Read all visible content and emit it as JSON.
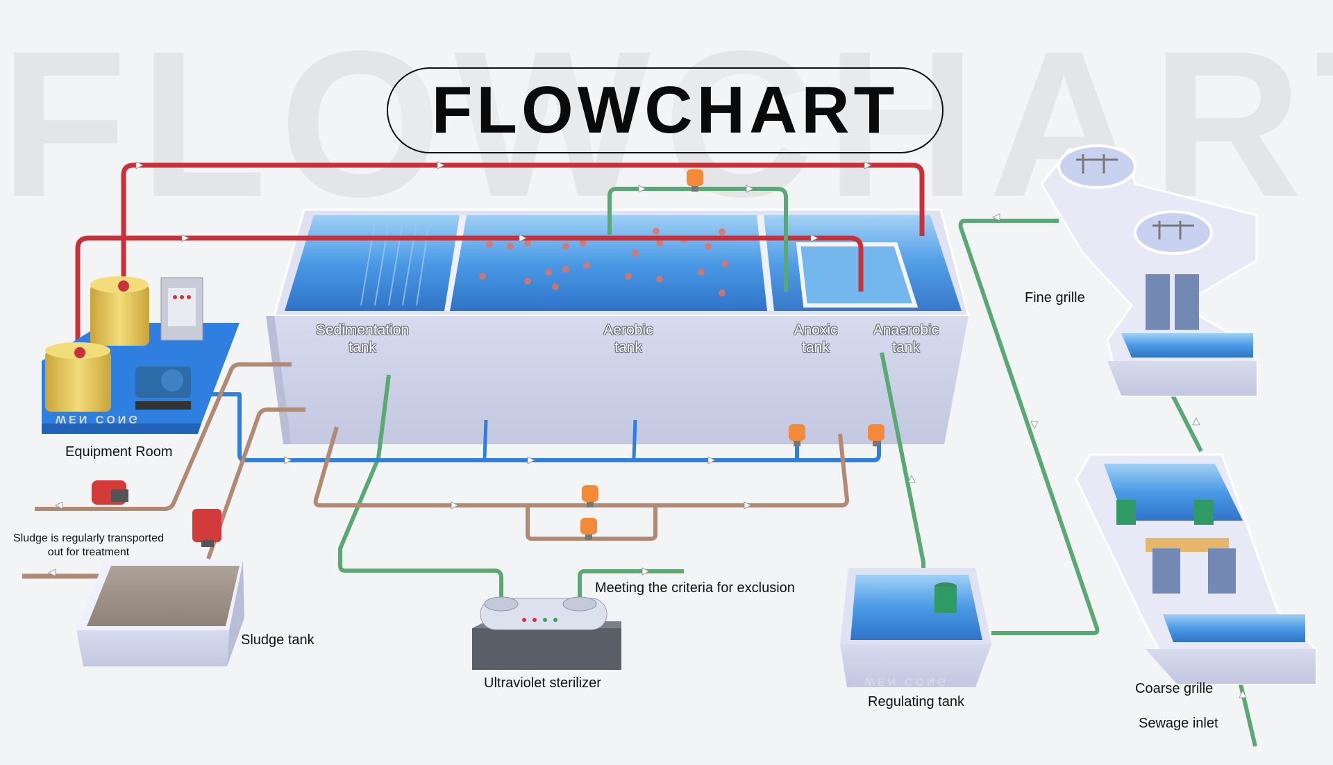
{
  "watermark": "FLOWCHART",
  "title": "FLOWCHART",
  "tanks": {
    "sedimentation": [
      "Sedimentation",
      "tank"
    ],
    "aerobic": [
      "Aerobic",
      "tank"
    ],
    "anoxic": [
      "Anoxic",
      "tank"
    ],
    "anaerobic": [
      "Anaerobic",
      "tank"
    ]
  },
  "labels": {
    "equipment_room": "Equipment Room",
    "sludge_note_line1": "Sludge is regularly transported",
    "sludge_note_line2": "out for treatment",
    "sludge_tank": "Sludge tank",
    "uv_sterilizer": "Ultraviolet sterilizer",
    "criteria": "Meeting the criteria for exclusion",
    "regulating_tank": "Regulating tank",
    "fine_grille": "Fine grille",
    "coarse_grille": "Coarse grille",
    "sewage_inlet": "Sewage inlet"
  },
  "brand_mark": "WEN CONG",
  "colors": {
    "red_pipe": "#c8313a",
    "green_pipe": "#5aa872",
    "blue_pipe": "#2f7fe0",
    "brown_pipe": "#b28a74",
    "water": "#3e8fe0",
    "tank_wall": "#c9cde6"
  }
}
